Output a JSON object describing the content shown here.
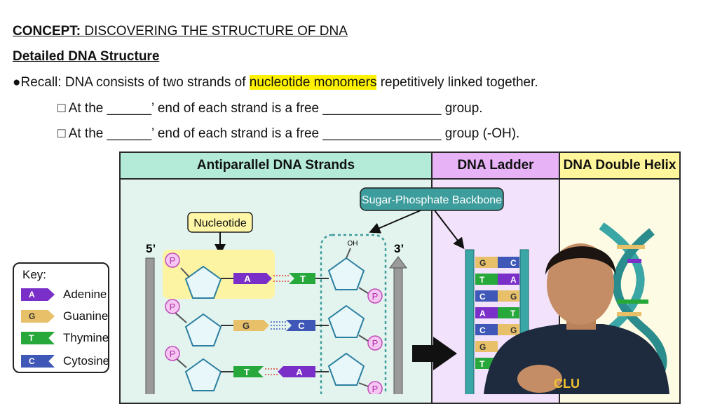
{
  "header": {
    "concept_label": "CONCEPT:",
    "concept_title": "DISCOVERING THE STRUCTURE OF DNA",
    "subtitle": "Detailed DNA Structure"
  },
  "recall": {
    "prefix": "●Recall: DNA consists of two strands of ",
    "highlight": "nucleotide monomers",
    "suffix": " repetitively linked together."
  },
  "blanks": [
    "□ At the ______’ end of each strand is a free ________________ group.",
    "□ At the ______’ end of each strand is a free ________________ group (-OH)."
  ],
  "panels": {
    "antiparallel": "Antiparallel DNA Strands",
    "ladder": "DNA Ladder",
    "helix": "DNA Double Helix"
  },
  "callouts": {
    "backbone": "Sugar-Phosphate Backbone",
    "nucleotide": "Nucleotide"
  },
  "strand_labels": {
    "five_prime": "5’",
    "three_prime": "3’",
    "oh": "OH",
    "phosphate": "P"
  },
  "key": {
    "title": "Key:",
    "items": [
      {
        "letter": "A",
        "name": "Adenine",
        "color": "#7b2fc9"
      },
      {
        "letter": "G",
        "name": "Guanine",
        "color": "#e8c06a"
      },
      {
        "letter": "T",
        "name": "Thymine",
        "color": "#27a83a"
      },
      {
        "letter": "C",
        "name": "Cytosine",
        "color": "#3f58b8"
      }
    ]
  },
  "pairs": [
    {
      "left": "A",
      "right": "T"
    },
    {
      "left": "G",
      "right": "C"
    },
    {
      "left": "T",
      "right": "A"
    }
  ],
  "ladder_rungs": [
    {
      "left": "G",
      "right": "C"
    },
    {
      "left": "T",
      "right": "A"
    },
    {
      "left": "C",
      "right": "G"
    },
    {
      "left": "A",
      "right": "T"
    },
    {
      "left": "C",
      "right": "G"
    },
    {
      "left": "G",
      "right": ""
    },
    {
      "left": "T",
      "right": ""
    }
  ],
  "presenter": {
    "shirt_logo": "CLU"
  }
}
